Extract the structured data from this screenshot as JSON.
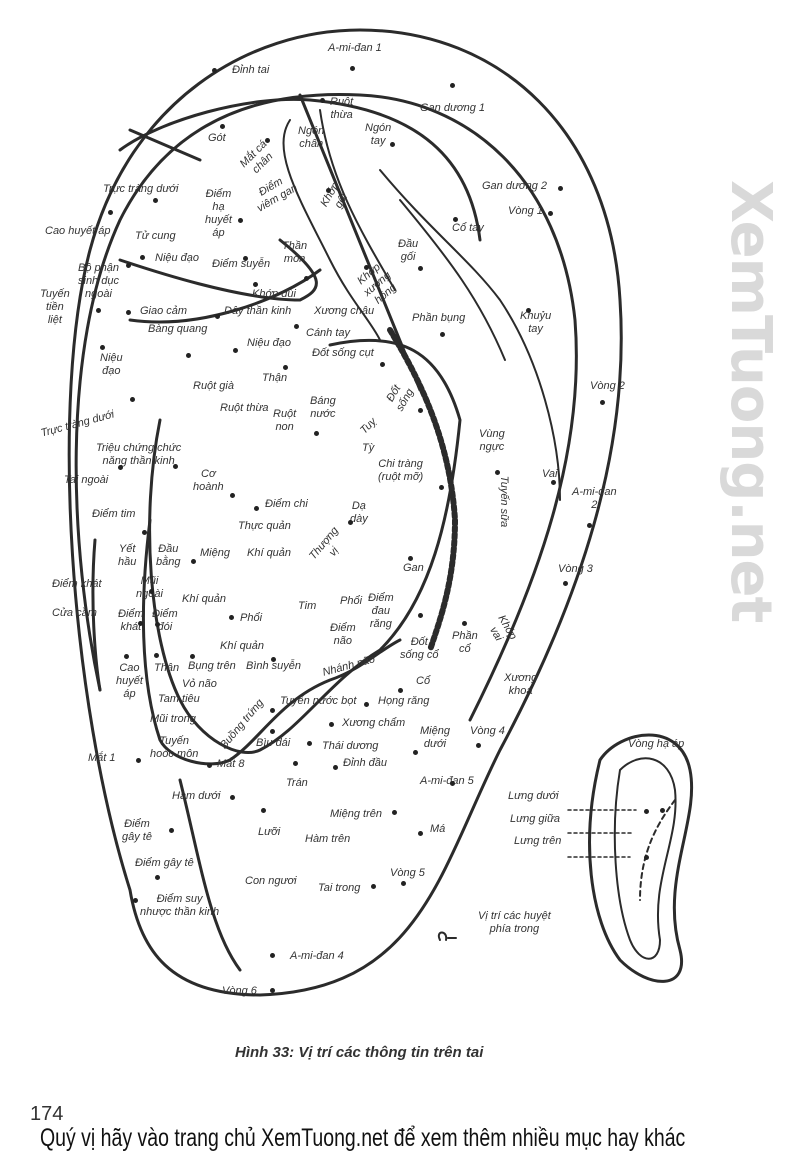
{
  "diagram": {
    "labels": [
      "A-mi-đan 1",
      "Đỉnh tai",
      "Gan dương 1",
      "Ruột\nthừa",
      "Ngón\ntay",
      "Gót",
      "Mắt cá\nchân",
      "Ngón\nchân",
      "Trực tràng dưới",
      "Điểm\nhạ\nhuyết\náp",
      "Điểm\nviêm gan",
      "Khớp\ngối",
      "Gan dương 2",
      "Vòng 1",
      "Cổ tay",
      "Cao huyết áp",
      "Tử cung",
      "Niệu đạo",
      "Điểm suyễn",
      "Thần\nmôn",
      "Đầu\ngối",
      "Bộ phận\nsinh dục\nngoài",
      "Tuyến\ntiền\nliệt",
      "Khớp đùi",
      "Khớp\nxương\nhông",
      "Giao cảm",
      "Dây thần kinh",
      "Xương chậu",
      "Phần bụng",
      "Khuỷu\ntay",
      "Bàng quang",
      "Cánh tay",
      "Niệu đạo",
      "Đốt sống cụt",
      "Niệu\nđạo",
      "Thận",
      "Vòng 2",
      "Ruột già",
      "Ruột thừa",
      "Báng\nnước",
      "Ruột\nnon",
      "Tuỵ",
      "Đốt\nsống",
      "Trực tràng dưới",
      "Vùng\nngực",
      "Tỳ",
      "Triệu chứng chức\nnăng thần kinh",
      "Vai",
      "Tai ngoài",
      "Cơ\nhoành",
      "Chi tràng\n(ruột mỡ)",
      "A-mi-đan\n2",
      "Tuyến sữa",
      "Điểm tim",
      "Điểm chi",
      "Dạ\ndày",
      "Thực quản",
      "Thượng\nvị",
      "Yết\nhầu",
      "Đầu\nbằng",
      "Miệng",
      "Khí quản",
      "Gan",
      "Vòng 3",
      "Mũi\nngoài",
      "Điểm khát",
      "Khí quản",
      "Tim",
      "Phổi",
      "Điểm\nđau\nrăng",
      "Khớp\nvai",
      "Cửa cầm",
      "Điểm\nkhát",
      "Điểm\nđói",
      "Phổi",
      "Điểm\nnão",
      "Đốt\nsống cổ",
      "Phần\ncổ",
      "Khí quản",
      "Cao\nhuyết\náp",
      "Thận",
      "Bụng trên",
      "Bình suyễn",
      "Nhánh não",
      "Cổ",
      "Vỏ não",
      "Xương\nkhoá",
      "Tam tiêu",
      "Tuyến nước bọt",
      "Họng răng",
      "Mũi trong",
      "Buồng trứng",
      "Xương chẩm",
      "Vòng 4",
      "Tuyến\nhoóc môn",
      "Bìu dái",
      "Thái dương",
      "Miệng\ndưới",
      "Vòng hạ áp",
      "Mắt 1",
      "Mắt 8",
      "Đỉnh đầu",
      "Trán",
      "A-mi-đan 5",
      "Hàm dưới",
      "Lưng dưới",
      "Miệng trên",
      "Điểm\ngây tê",
      "Lưng giữa",
      "Má",
      "Lưỡi",
      "Hàm trên",
      "Lưng trên",
      "Vòng 5",
      "Điểm gây tê",
      "Tai trong",
      "Con ngươi",
      "Điểm suy\nnhược thần kinh",
      "Vị trí các huyệt\nphía trong",
      "A-mi-đan 4",
      "Vòng 6"
    ],
    "caption": "Hình 33: Vị trí các thông tin trên tai",
    "watermark": "XemTuong.net"
  },
  "page": {
    "number": "174",
    "footer": "Quý vị hãy vào trang chủ XemTuong.net để xem thêm nhiều mục hay khác"
  }
}
